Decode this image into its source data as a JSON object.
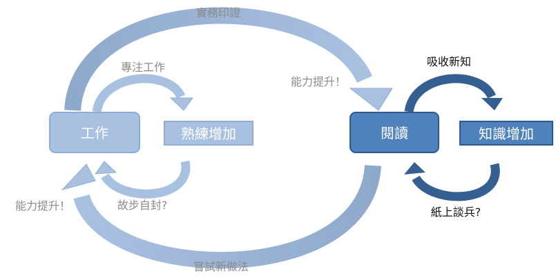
{
  "boxes": {
    "work": "工作",
    "proficiency": "熟練增加",
    "reading": "閱讀",
    "knowledge": "知識增加"
  },
  "labels": {
    "practice": "實務印證",
    "focus_work": "專注工作",
    "ability_up_right": "能力提升！",
    "absorb_knowledge": "吸收新知",
    "ability_up_left": "能力提升！",
    "complacent": "故步自封?",
    "paper_talk": "紙上談兵?",
    "try_new_methods": "嘗試新做法"
  },
  "colors": {
    "light_box_fill": "#a9c1e1",
    "light_box_stroke": "#8eacd6",
    "light_text": "#ffffff",
    "dark_box_fill": "#4f81bd",
    "dark_box_stroke": "#2c5a8e",
    "light_arrow": "#a8c0e0",
    "dark_arrow": "#365f91",
    "gray_text": "#8a8a8a",
    "black_text": "#111111"
  }
}
